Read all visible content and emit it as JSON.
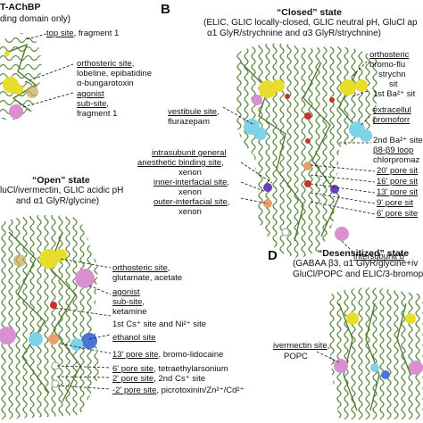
{
  "panelA": {
    "title_frag": "T-AChBP",
    "sub_frag": "ding domain only)",
    "labels": [
      {
        "u": "top site",
        "rest": ", fragment 1"
      },
      {
        "u": "orthosteric site",
        "rest": ","
      },
      {
        "u": "",
        "rest": "lobeline, epibatidine"
      },
      {
        "u": "",
        "rest": "α-bungarotoxin"
      },
      {
        "u": "agonist",
        "rest": ""
      },
      {
        "u": "sub-site",
        "rest": ","
      },
      {
        "u": "",
        "rest": "fragment 1"
      }
    ]
  },
  "panelB": {
    "letter": "B",
    "title": "“Closed” state",
    "subtitle1": "(ELIC, GLIC locally-closed, GLIC neutral pH, GluCl ap",
    "subtitle2": "α1 GlyR/strychnine and α3 GlyR/strychnine)",
    "left_labels": [
      {
        "u": "vestibule site",
        "rest": ","
      },
      {
        "u": "",
        "rest": "flurazepam"
      },
      {
        "u": "intrasubunit general",
        "rest": ""
      },
      {
        "u": "anesthetic binding site",
        "rest": ","
      },
      {
        "u": "",
        "rest": "xenon"
      },
      {
        "u": "inner-interfacial site",
        "rest": ","
      },
      {
        "u": "",
        "rest": "xenon"
      },
      {
        "u": "outer-interfacial site",
        "rest": ","
      },
      {
        "u": "",
        "rest": "xenon"
      }
    ],
    "right_labels": [
      {
        "u": "orthosteric",
        "rest": ""
      },
      {
        "u": "",
        "rest": "bromo-flu"
      },
      {
        "u": "",
        "rest": "strychn"
      },
      {
        "u": "",
        "rest": "sit"
      },
      {
        "u": "",
        "rest": "1st Ba²⁺ sit"
      },
      {
        "u": "extracellul",
        "rest": ""
      },
      {
        "u": "bromoforr",
        "rest": ""
      },
      {
        "u": "",
        "rest": "2nd Ba²⁺ site"
      },
      {
        "u": "β8-β9 loop",
        "rest": ""
      },
      {
        "u": "",
        "rest": "chlorpromaz"
      },
      {
        "u": "20' pore sit",
        "rest": ""
      },
      {
        "u": "16' pore sit",
        "rest": ""
      },
      {
        "u": "13' pore sit",
        "rest": ""
      },
      {
        "u": "9' pore sit",
        "rest": ""
      },
      {
        "u": "6' pore site",
        "rest": ""
      },
      {
        "u": "intersubunit b",
        "rest": ""
      }
    ]
  },
  "panelC": {
    "title": "“Open” state",
    "subtitle1": "luCl/ivermectin, GLIC acidic pH",
    "subtitle2": "and α1 GlyR/glycine)",
    "labels": [
      {
        "u": "orthosteric site",
        "rest": ","
      },
      {
        "u": "",
        "rest": "glutamate, acetate"
      },
      {
        "u": "agonist",
        "rest": ""
      },
      {
        "u": "sub-site",
        "rest": ","
      },
      {
        "u": "",
        "rest": "ketamine"
      },
      {
        "u": "",
        "rest": "1st Cs⁺ site and Ni²⁺ site"
      },
      {
        "u": "ethanol site",
        "rest": ""
      },
      {
        "u": "13' pore site",
        "rest": ", bromo-lidocaine"
      },
      {
        "u": "6' pore site",
        "rest": ", tetraethylarsonium"
      },
      {
        "u": "2' pore site",
        "rest": ", 2nd Cs⁺ site"
      },
      {
        "u": "-2' pore site",
        "rest": ", picrotoxinin/Zn²⁺/Cd²⁺"
      }
    ]
  },
  "panelD": {
    "letter": "D",
    "title": "“Desensitized” state",
    "subtitle1": "(GABAA β3, α1 GlyR/glycine+iv",
    "subtitle2": "GluCl/POPC and ELIC/3-bromop",
    "labels": [
      {
        "u": "ivermectin site",
        "rest": ","
      },
      {
        "u": "",
        "rest": "POPC"
      }
    ]
  },
  "colors": {
    "backbone": "#4a7a2c",
    "yellow": "#e8dd2a",
    "pink": "#d98fd0",
    "cyan": "#7fd3e8",
    "blue": "#4a74d8",
    "orange": "#e7a06b",
    "red": "#c8322a",
    "purple": "#6a3fb8"
  }
}
